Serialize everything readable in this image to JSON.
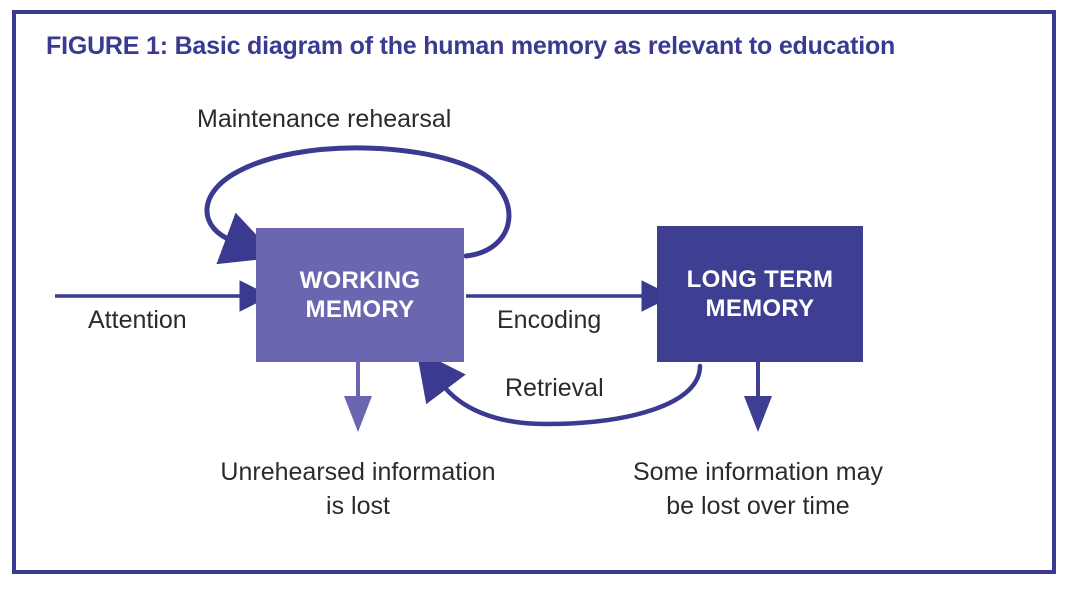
{
  "figure": {
    "title": "FIGURE 1: Basic diagram of the human memory as relevant to education",
    "frame_color": "#3a3a91",
    "title_color": "#3a3a91",
    "background": "#ffffff"
  },
  "diagram": {
    "type": "flow-diagram",
    "nodes": [
      {
        "id": "working-memory",
        "label_line1": "WORKING",
        "label_line2": "MEMORY",
        "fill": "#6a67b0",
        "text_color": "#ffffff"
      },
      {
        "id": "long-term-memory",
        "label_line1": "LONG TERM",
        "label_line2": "MEMORY",
        "fill": "#3e3e93",
        "text_color": "#ffffff"
      }
    ],
    "edges": [
      {
        "id": "attention",
        "label": "Attention",
        "from": "external-input",
        "to": "working-memory",
        "style": "straight-arrow",
        "color": "#3a3a91"
      },
      {
        "id": "encoding",
        "label": "Encoding",
        "from": "working-memory",
        "to": "long-term-memory",
        "style": "straight-arrow",
        "color": "#3a3a91"
      },
      {
        "id": "maintenance-rehearsal",
        "label": "Maintenance rehearsal",
        "from": "working-memory",
        "to": "working-memory",
        "style": "self-loop",
        "color": "#3a3a91"
      },
      {
        "id": "retrieval",
        "label": "Retrieval",
        "from": "long-term-memory",
        "to": "working-memory",
        "style": "curved-arrow",
        "color": "#3a3a91"
      },
      {
        "id": "working-memory-loss",
        "label": "",
        "from": "working-memory",
        "to": "loss-note-1",
        "style": "down-arrow",
        "color": "#6a67b0"
      },
      {
        "id": "long-term-memory-loss",
        "label": "",
        "from": "long-term-memory",
        "to": "loss-note-2",
        "style": "down-arrow",
        "color": "#3e3e93"
      }
    ],
    "notes": [
      {
        "id": "loss-note-1",
        "line1": "Unrehearsed information",
        "line2": "is lost"
      },
      {
        "id": "loss-note-2",
        "line1": "Some information may",
        "line2": "be lost over time"
      }
    ]
  }
}
